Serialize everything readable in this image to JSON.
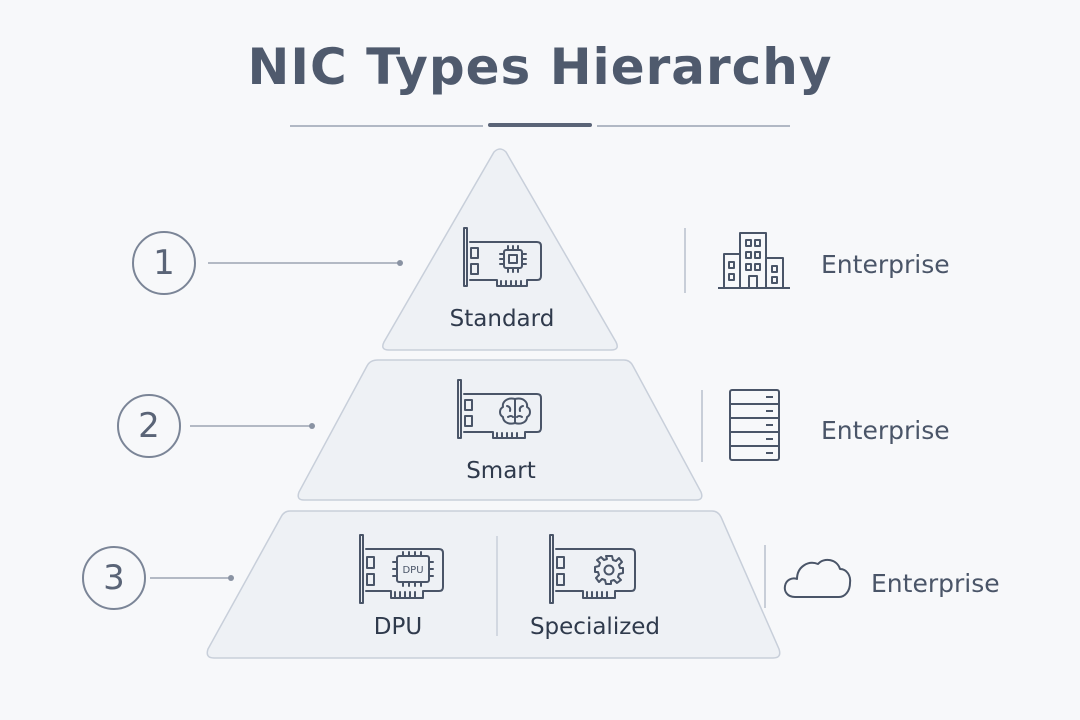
{
  "title": "NIC Types Hierarchy",
  "tiers": [
    {
      "number": "1",
      "cards": [
        {
          "label": "Standard",
          "icon": "chip-icon"
        }
      ],
      "market": {
        "label": "Enterprise",
        "icon": "building-icon"
      }
    },
    {
      "number": "2",
      "cards": [
        {
          "label": "Smart",
          "icon": "brain-icon"
        }
      ],
      "market": {
        "label": "Enterprise",
        "icon": "server-rack-icon"
      }
    },
    {
      "number": "3",
      "cards": [
        {
          "label": "DPU",
          "icon": "dpu-chip-icon",
          "chip_text": "DPU"
        },
        {
          "label": "Specialized",
          "icon": "gear-icon"
        }
      ],
      "market": {
        "label": "Enterprise",
        "icon": "cloud-icon"
      }
    }
  ],
  "colors": {
    "stroke": "#4a5568",
    "tier_fill": "#eef1f5",
    "tier_border": "#c8cfda",
    "connector": "#8a93a3",
    "background": "#f7f8fa"
  }
}
